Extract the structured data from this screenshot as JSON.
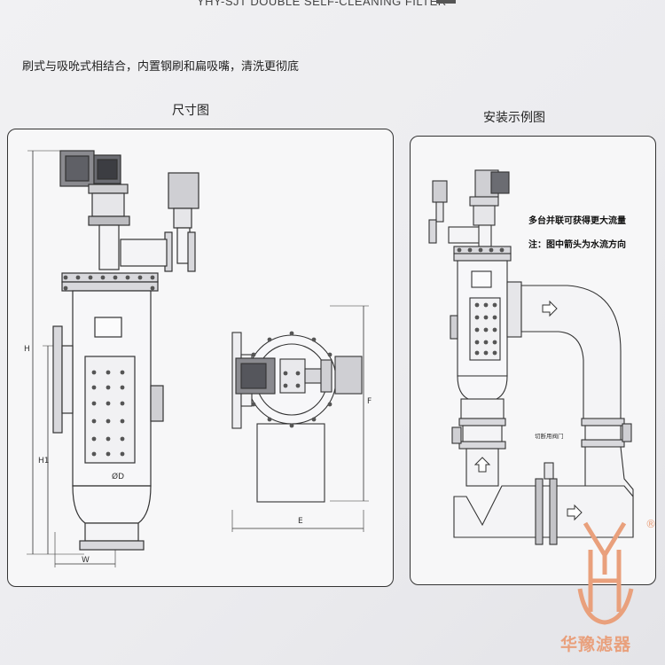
{
  "header": {
    "title": "YHY-SJT DOUBLE SELF-CLEANING FILTER"
  },
  "description": "刷式与吸吮式相结合，内置钢刷和扁吸嘴，清洗更彻底",
  "dimension_panel": {
    "title": "尺寸图",
    "labels": {
      "h": "H",
      "h1": "H1",
      "d": "ØD",
      "w": "W",
      "e": "E",
      "f": "F"
    }
  },
  "install_panel": {
    "title": "安装示例图",
    "note_line1": "多台并联可获得更大流量",
    "note_line2": "注：图中箭头为水流方向",
    "valve_label": "切断用阀门"
  },
  "brand": {
    "name": "华豫滤器",
    "registered": "®",
    "accent": "#e9a07c"
  }
}
